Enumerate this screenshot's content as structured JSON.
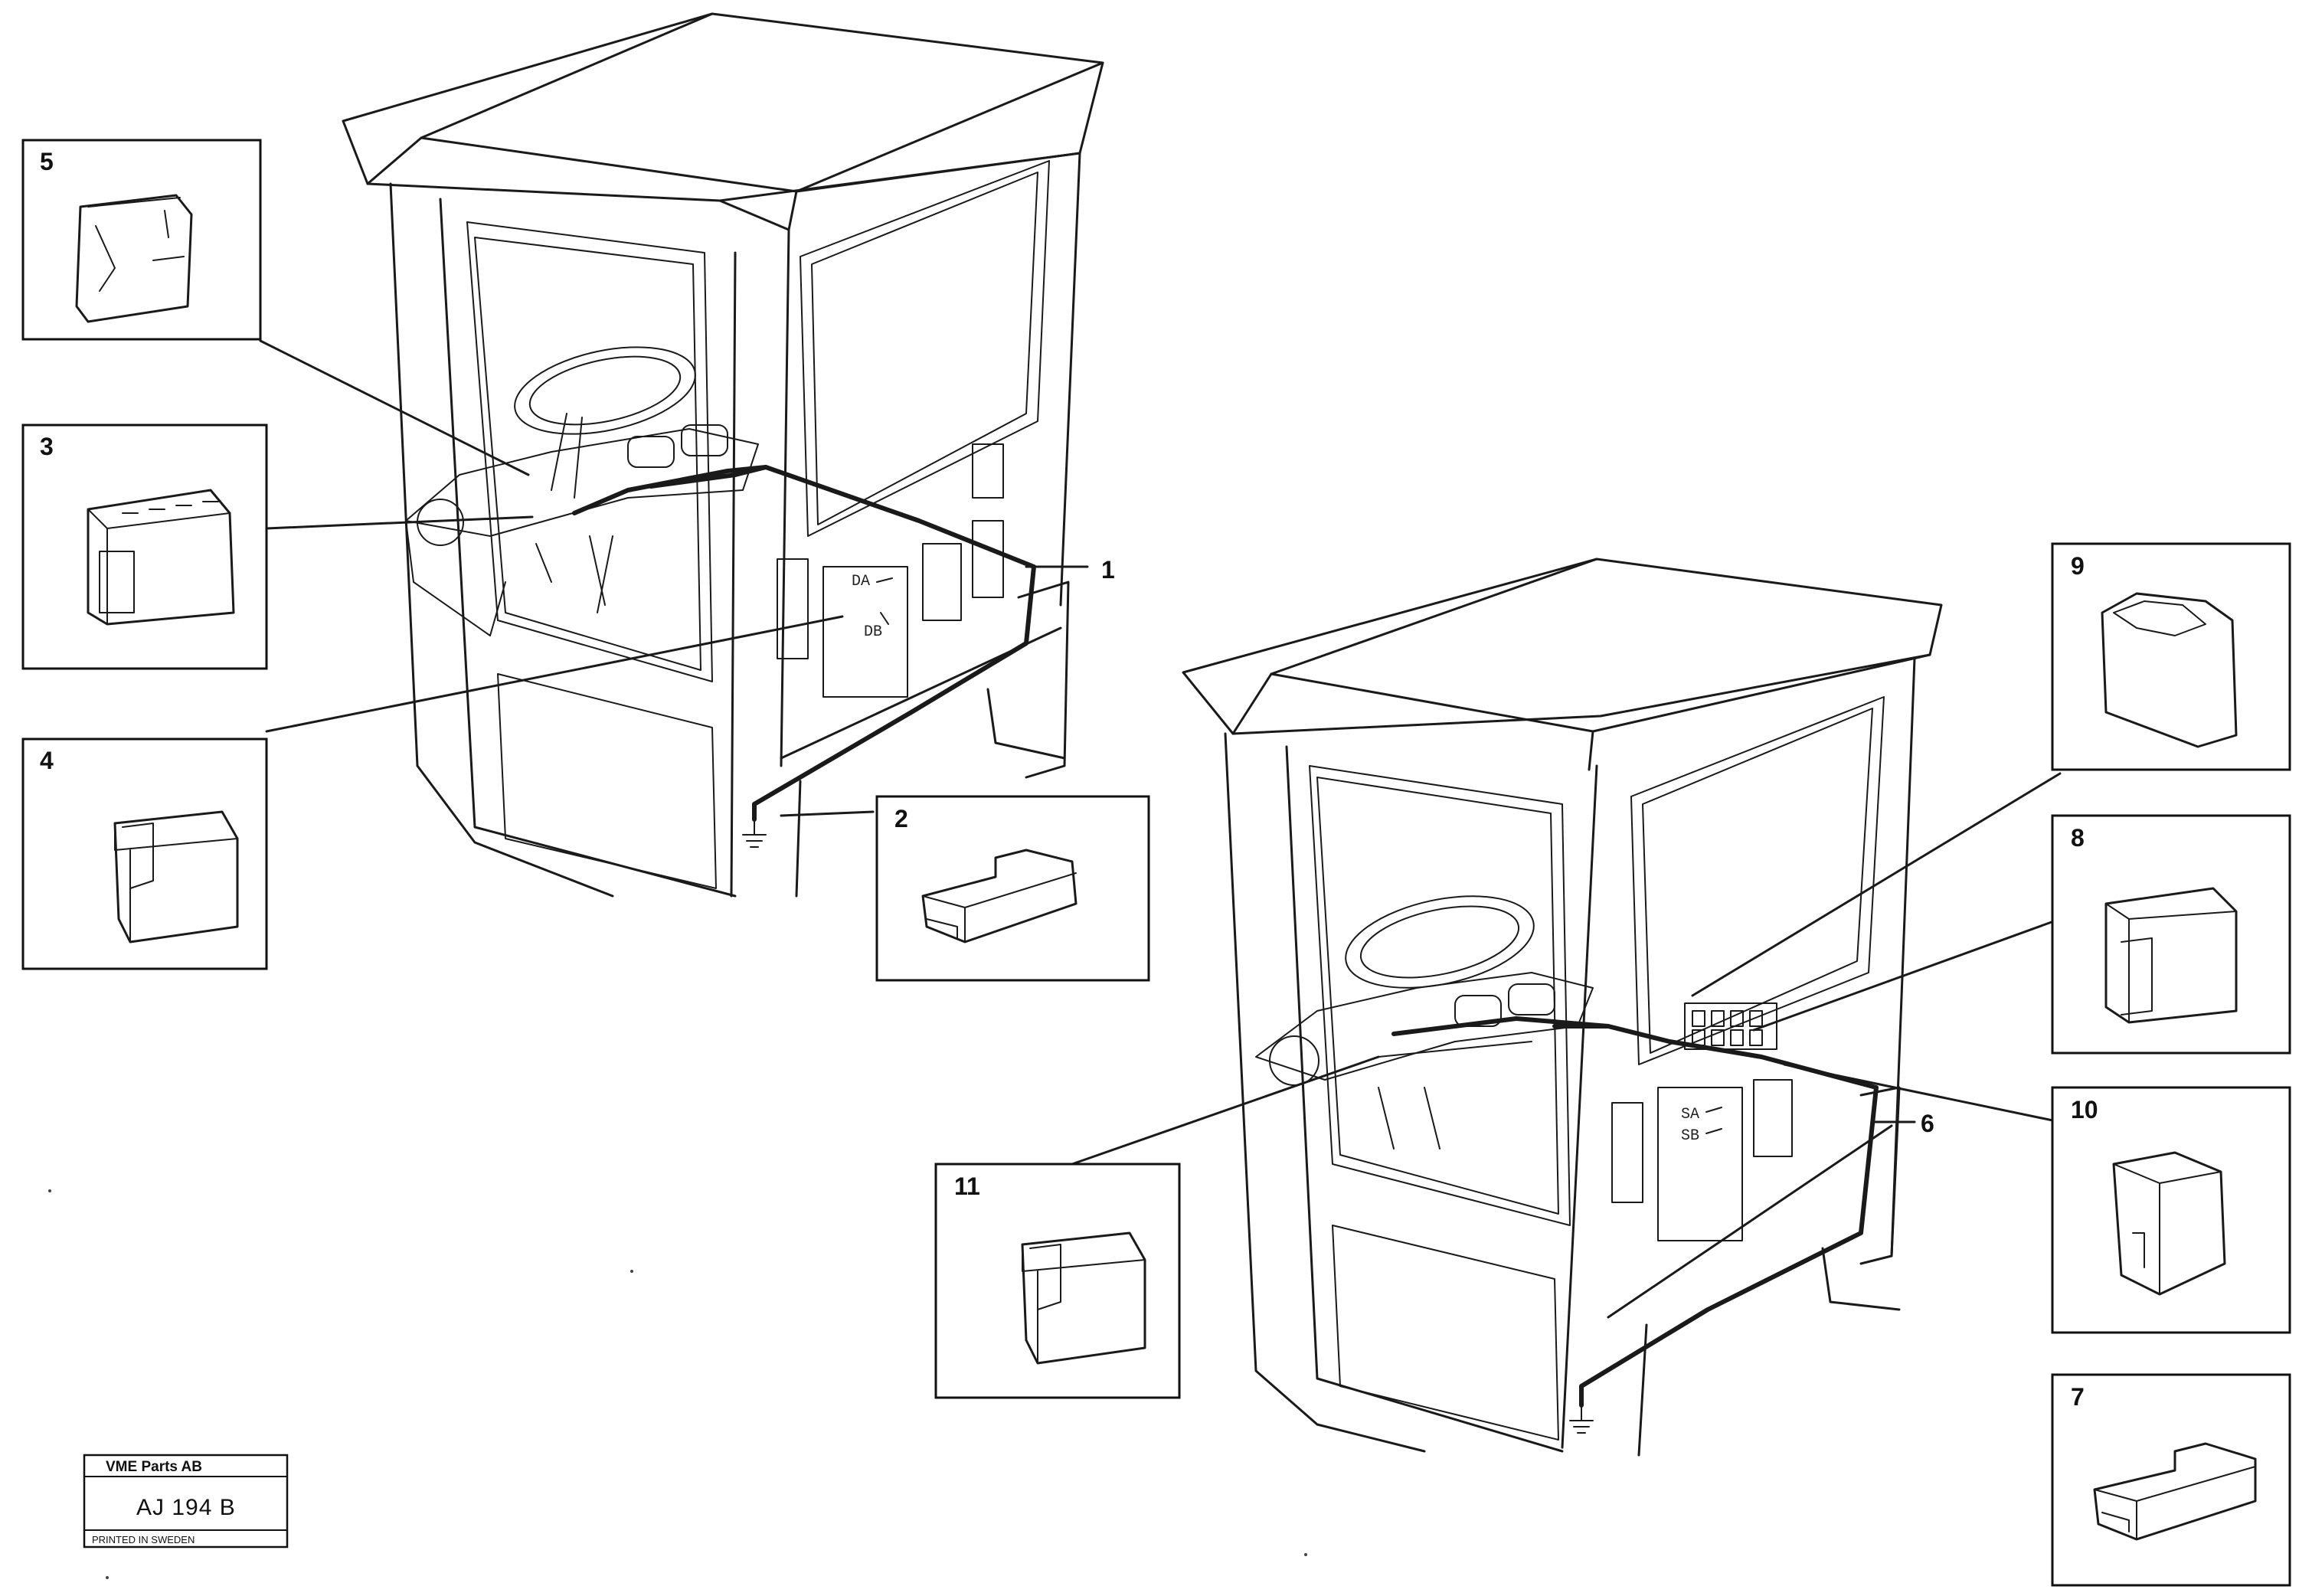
{
  "insets": [
    {
      "id": "5",
      "label": "5",
      "part": "connector-socket"
    },
    {
      "id": "3",
      "label": "3",
      "part": "connector-housing"
    },
    {
      "id": "4",
      "label": "4",
      "part": "connector-clip"
    },
    {
      "id": "2",
      "label": "2",
      "part": "flat-connector"
    },
    {
      "id": "9",
      "label": "9",
      "part": "round-connector"
    },
    {
      "id": "8",
      "label": "8",
      "part": "connector-housing"
    },
    {
      "id": "10",
      "label": "10",
      "part": "narrow-connector"
    },
    {
      "id": "7",
      "label": "7",
      "part": "flat-connector"
    },
    {
      "id": "11",
      "label": "11",
      "part": "connector-clip"
    }
  ],
  "callouts": [
    {
      "id": "1",
      "label": "1"
    },
    {
      "id": "6",
      "label": "6"
    }
  ],
  "panel_labels": {
    "left_upper": "DA",
    "left_lower": "DB",
    "right_upper": "SA",
    "right_lower": "SB"
  },
  "stamp": {
    "company": "VME Parts AB",
    "code": "AJ 194  B",
    "footer": "PRINTED IN SWEDEN"
  },
  "icons": [
    "ground-symbol",
    "steering-wheel",
    "cab"
  ]
}
